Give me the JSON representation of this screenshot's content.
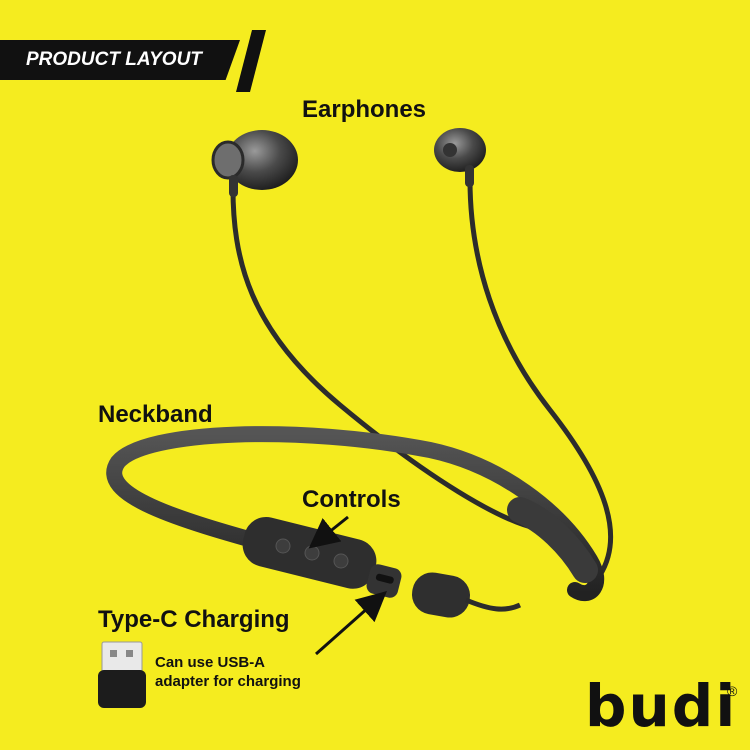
{
  "banner": {
    "title": "PRODUCT LAYOUT"
  },
  "labels": {
    "earphones": "Earphones",
    "neckband": "Neckband",
    "controls": "Controls",
    "charging": "Type-C Charging",
    "adapter_line1": "Can use USB-A",
    "adapter_line2": "adapter for charging"
  },
  "brand": {
    "logo": "budi",
    "registered": "®"
  },
  "colors": {
    "background": "#f5ec1f",
    "banner": "#111111",
    "product": "#2c2c2c"
  },
  "icons": [
    "earphone-left-icon",
    "earphone-right-icon",
    "usb-adapter-icon",
    "arrow-icon"
  ]
}
